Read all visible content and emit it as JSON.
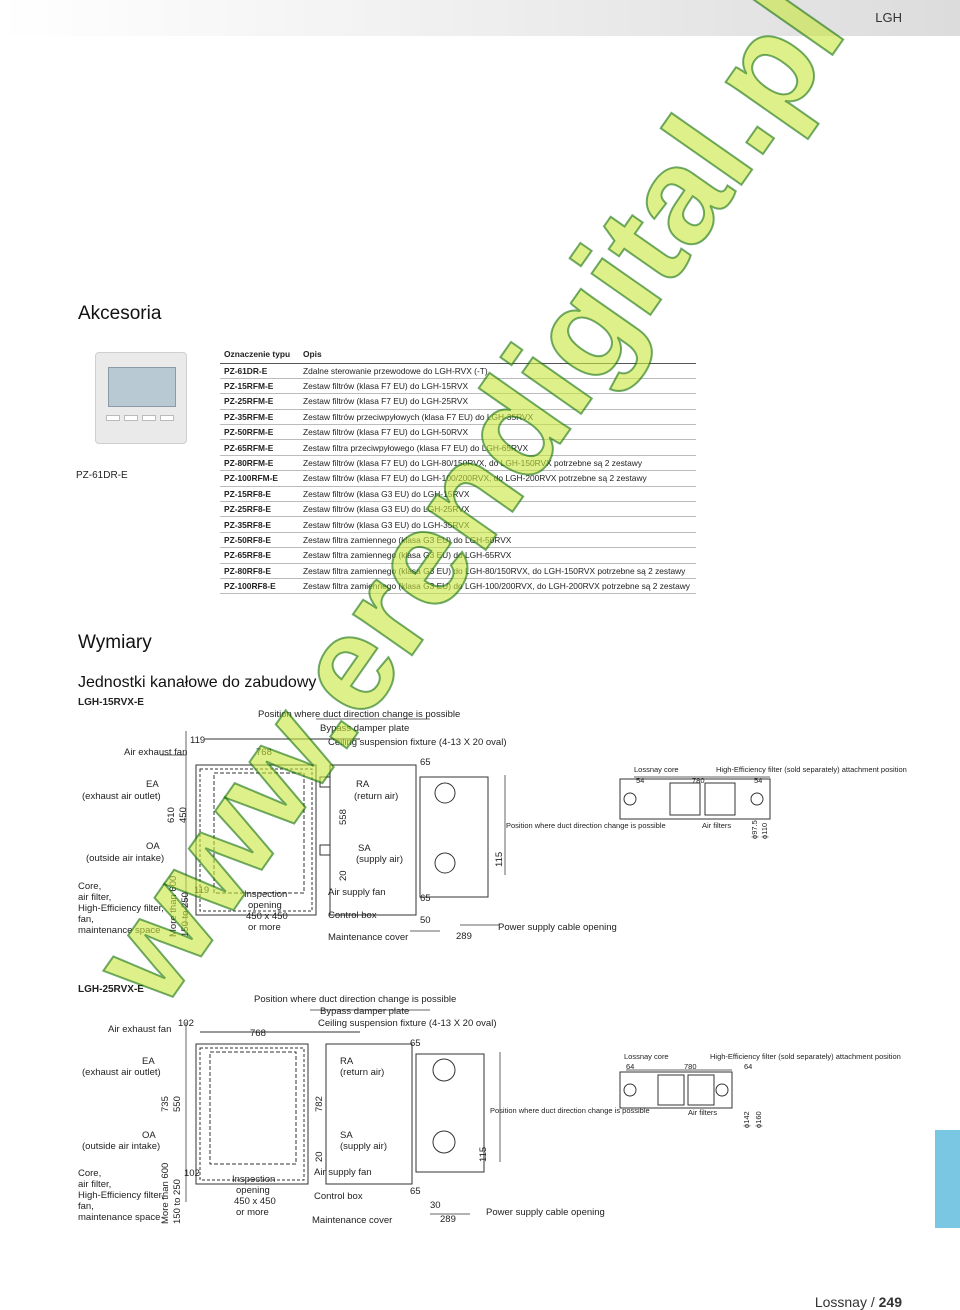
{
  "header": {
    "brand": "LGH"
  },
  "accessories": {
    "title": "Akcesoria",
    "remote_caption": "PZ-61DR-E",
    "columns": [
      "Oznaczenie typu",
      "Opis"
    ],
    "rows": [
      [
        "PZ-61DR-E",
        "Zdalne sterowanie przewodowe do LGH-RVX (-T)"
      ],
      [
        "PZ-15RFM-E",
        "Zestaw filtrów (klasa F7 EU) do LGH-15RVX"
      ],
      [
        "PZ-25RFM-E",
        "Zestaw filtrów (klasa F7 EU) do LGH-25RVX"
      ],
      [
        "PZ-35RFM-E",
        "Zestaw filtrów przeciwpyłowych (klasa F7 EU) do LGH-35RVX"
      ],
      [
        "PZ-50RFM-E",
        "Zestaw filtrów (klasa F7 EU) do LGH-50RVX"
      ],
      [
        "PZ-65RFM-E",
        "Zestaw filtra przeciwpyłowego (klasa F7 EU) do LGH-65RVX"
      ],
      [
        "PZ-80RFM-E",
        "Zestaw filtrów (klasa F7 EU) do LGH-80/150RVX, do LGH-150RVX potrzebne są 2 zestawy"
      ],
      [
        "PZ-100RFM-E",
        "Zestaw filtrów (klasa F7 EU) do LGH-100/200RVX, do LGH-200RVX potrzebne są 2 zestawy"
      ],
      [
        "PZ-15RF8-E",
        "Zestaw filtrów (klasa G3 EU) do LGH-15RVX"
      ],
      [
        "PZ-25RF8-E",
        "Zestaw filtrów (klasa G3 EU) do LGH-25RVX"
      ],
      [
        "PZ-35RF8-E",
        "Zestaw filtrów (klasa G3 EU) do LGH-35RVX"
      ],
      [
        "PZ-50RF8-E",
        "Zestaw filtra zamiennego (klasa G3 EU) do LGH-50RVX"
      ],
      [
        "PZ-65RF8-E",
        "Zestaw filtra zamiennego (klasa G3 EU) do LGH-65RVX"
      ],
      [
        "PZ-80RF8-E",
        "Zestaw filtra zamiennego (klasa G3 EU) do LGH-80/150RVX, do LGH-150RVX potrzebne są 2 zestawy"
      ],
      [
        "PZ-100RF8-E",
        "Zestaw filtra zamiennego (klasa G3 EU) do LGH-100/200RVX, do LGH-200RVX potrzebne są 2 zestawy"
      ]
    ]
  },
  "dimensions": {
    "title": "Wymiary",
    "subtitle": "Jednostki kanałowe do zabudowy",
    "d1": {
      "model": "LGH-15RVX-E",
      "pos_change": "Position where duct direction change is possible",
      "bypass": "Bypass damper plate",
      "ceiling": "Ceiling suspension fixture (4-13 X 20 oval)",
      "air_exhaust_fan": "Air exhaust fan",
      "ea": "EA",
      "ea_desc": "(exhaust air outlet)",
      "oa": "OA",
      "oa_desc": "(outside air intake)",
      "ra": "RA",
      "ra_desc": "(return air)",
      "sa": "SA",
      "sa_desc": "(supply air)",
      "core": "Core,",
      "core2": "air filter,",
      "core3": "High-Efficiency filter,",
      "core4": "fan,",
      "core5": "maintenance space",
      "more_than": "More than 600",
      "range": "150 to 250",
      "inspection": "Inspection",
      "inspection2": "opening",
      "inspection3": "450 x 450",
      "inspection4": "or more",
      "air_supply_fan": "Air supply fan",
      "control_box": "Control box",
      "maintenance_cover": "Maintenance cover",
      "power_supply": "Power supply cable opening",
      "lossnay_core": "Lossnay core",
      "hef": "High-Efficiency filter (sold separately) attachment position",
      "air_filters": "Air filters",
      "pos_change2": "Position where duct direction change is possible",
      "n119a": "119",
      "n768": "768",
      "n65a": "65",
      "n610": "610",
      "n450": "450",
      "n558": "558",
      "n115": "115",
      "n20": "20",
      "n119b": "119",
      "n65b": "65",
      "n50": "50",
      "n289": "289",
      "n54a": "54",
      "n780": "780",
      "n54b": "54",
      "d97": "ϕ97.5",
      "d110": "ϕ110"
    },
    "d2": {
      "model": "LGH-25RVX-E",
      "pos_change": "Position where duct direction change is possible",
      "bypass": "Bypass damper plate",
      "ceiling": "Ceiling suspension fixture (4-13 X 20 oval)",
      "air_exhaust_fan": "Air exhaust fan",
      "ea": "EA",
      "ea_desc": "(exhaust air outlet)",
      "oa": "OA",
      "oa_desc": "(outside air intake)",
      "ra": "RA",
      "ra_desc": "(return air)",
      "sa": "SA",
      "sa_desc": "(supply air)",
      "core": "Core,",
      "core2": "air filter,",
      "core3": "High-Efficiency filter,",
      "core4": "fan,",
      "core5": "maintenance space",
      "more_than": "More than 600",
      "range": "150 to 250",
      "inspection": "Inspection",
      "inspection2": "opening",
      "inspection3": "450 x 450",
      "inspection4": "or more",
      "air_supply_fan": "Air supply fan",
      "control_box": "Control box",
      "maintenance_cover": "Maintenance cover",
      "power_supply": "Power supply cable opening",
      "lossnay_core": "Lossnay core",
      "hef": "High-Efficiency filter (sold separately) attachment position",
      "air_filters": "Air filters",
      "pos_change2": "Position where duct direction change is possible",
      "n102a": "102",
      "n768": "768",
      "n65a": "65",
      "n735": "735",
      "n550": "550",
      "n782": "782",
      "n115": "115",
      "n20": "20",
      "n102b": "102",
      "n65b": "65",
      "n30": "30",
      "n289": "289",
      "n64a": "64",
      "n780": "780",
      "n64b": "64",
      "d142": "ϕ142",
      "d160": "ϕ160"
    }
  },
  "watermark": "www.erendigital.pl",
  "footer": {
    "section": "Lossnay /",
    "page": "249"
  },
  "colors": {
    "watermark_fill": "#c8e63c",
    "watermark_stroke": "#006400",
    "tab": "#79c7e3"
  }
}
